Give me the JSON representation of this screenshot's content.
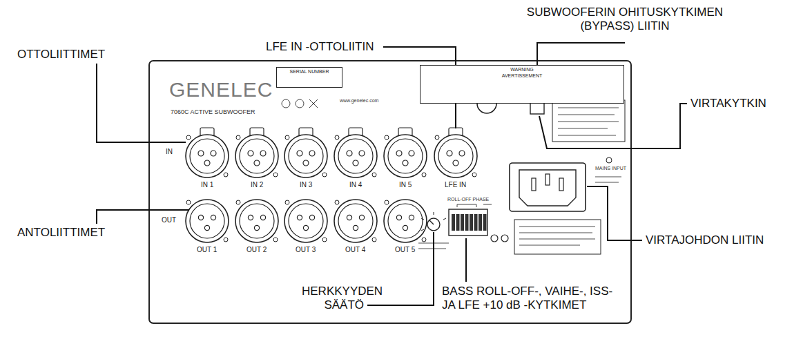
{
  "diagram": {
    "nodes": [
      {
        "text": [
          "SERIAL NUMBER"
        ]
      },
      {
        "text": [
          "WARNING",
          "AVERTISSEMENT"
        ]
      }
    ],
    "labels": [
      "SUBWOOFERIN OHITUSKYTKIMEN (BYPASS) LIITIN",
      "LFE IN -OTTOLIITIN",
      "OTTOLIITTIMET",
      "GENELEC",
      "7060C ACTIVE SUBWOOFER",
      "www.genelec.com",
      "BYPASS",
      "VIRTAKYTKIN",
      "IN",
      "IN 1",
      "IN 2",
      "IN 3",
      "IN 4",
      "IN 5",
      "LFE IN",
      "MAINS INPUT",
      "OUT",
      "ANTOLIITTIMET",
      "ROLL-OFF PHASE",
      "OUT 1",
      "OUT 2",
      "OUT 3",
      "OUT 4",
      "OUT 5",
      "VIRTAJOHDON LIITIN",
      "HERKKYYDEN SÄÄTÖ",
      "BASS ROLL-OFF-, VAIHE-, ISS- JA LFE +10 dB -KYTKIMET"
    ]
  }
}
